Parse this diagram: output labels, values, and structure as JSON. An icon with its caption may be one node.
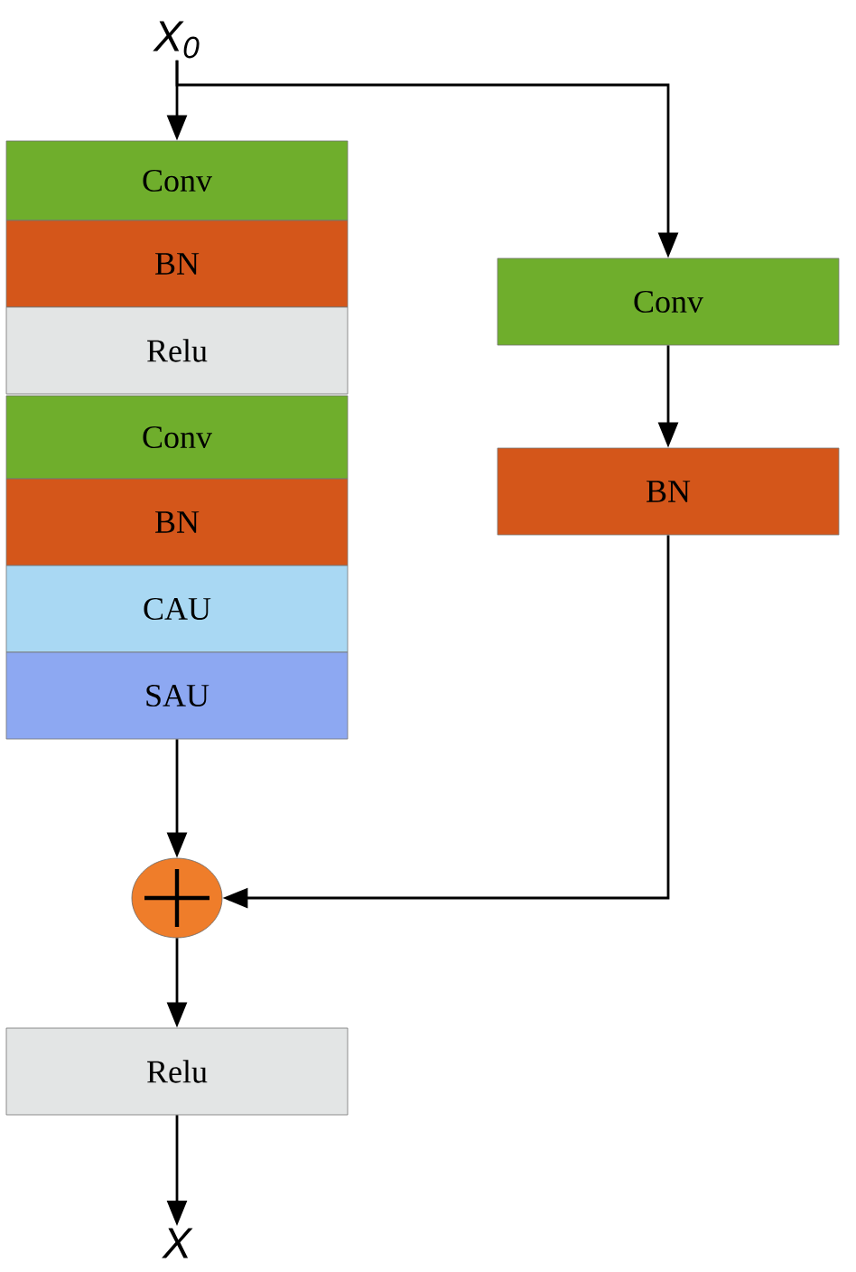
{
  "diagram": {
    "nodes": [
      {
        "text": [
          "X$_{0}$"
        ]
      },
      {
        "text": [
          "Conv"
        ]
      },
      {
        "text": [
          "BN"
        ]
      },
      {
        "text": [
          "Relu"
        ]
      },
      {
        "text": [
          "Conv"
        ]
      },
      {
        "text": [
          "BN"
        ]
      },
      {
        "text": [
          "CAU"
        ]
      },
      {
        "text": [
          "SAU"
        ]
      },
      {
        "text": [
          "Conv"
        ]
      },
      {
        "text": [
          "BN"
        ]
      },
      {
        "text": [],
        "shape": "circle"
      },
      {
        "text": [
          "Relu"
        ]
      },
      {
        "text": [
          "X"
        ]
      }
    ],
    "edges": [
      {
        "from": 0,
        "to": 1,
        "arrow": "to"
      },
      {
        "from": 0,
        "to": 8,
        "arrow": "to"
      },
      {
        "from": 8,
        "to": 9,
        "arrow": "to"
      },
      {
        "from": 7,
        "to": 10,
        "arrow": "to"
      },
      {
        "from": 9,
        "to": 10,
        "arrow": "to"
      },
      {
        "from": 10,
        "to": 11,
        "arrow": "to"
      },
      {
        "from": 11,
        "to": 12,
        "arrow": "to"
      }
    ]
  }
}
